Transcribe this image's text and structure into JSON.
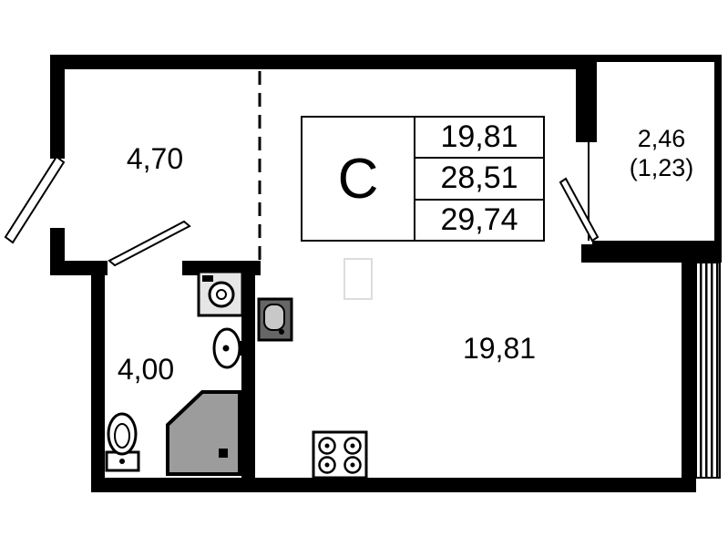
{
  "title_block": {
    "type_label": "С",
    "rows": [
      "19,81",
      "28,51",
      "29,74"
    ]
  },
  "rooms": {
    "hallway": {
      "area": "4,70"
    },
    "bathroom": {
      "area": "4,00"
    },
    "living_room": {
      "area": "19,81"
    },
    "balcony": {
      "area": "2,46",
      "area_with_coefficient": "(1,23)"
    }
  },
  "icons": [
    "washing-machine-icon",
    "bathroom-sink-icon",
    "toilet-icon",
    "shower-icon",
    "stove-icon",
    "water-heater-icon"
  ],
  "colors": {
    "walls": "#000000",
    "background": "#ffffff",
    "shower_fill": "#9c9c9c",
    "appliance_fill": "#e6e6e6"
  }
}
